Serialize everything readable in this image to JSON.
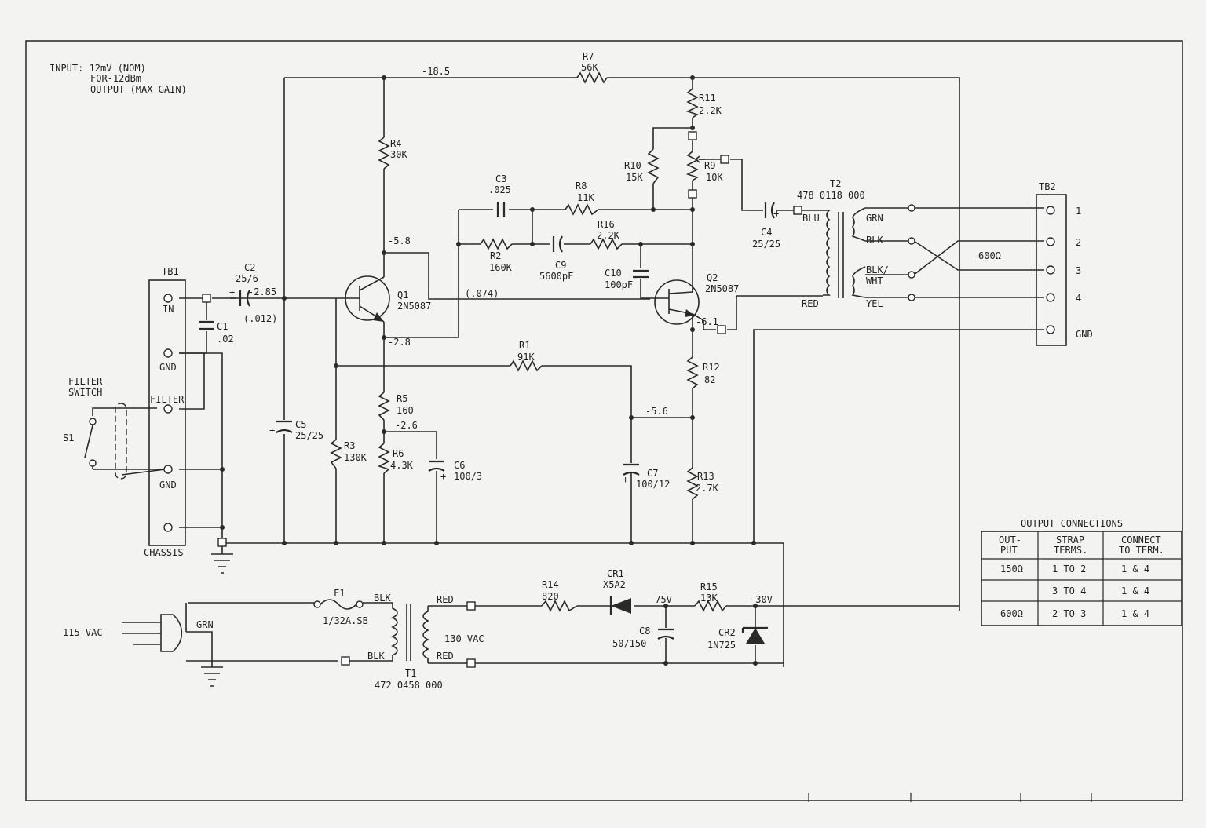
{
  "notes": {
    "line1": "INPUT: 12mV (NOM)",
    "line2": "FOR-12dBm",
    "line3": "OUTPUT (MAX GAIN)"
  },
  "components": {
    "r7": {
      "ref": "R7",
      "value": "56K"
    },
    "r11": {
      "ref": "R11",
      "value": "2.2K"
    },
    "r4": {
      "ref": "R4",
      "value": "30K"
    },
    "r10": {
      "ref": "R10",
      "value": "15K"
    },
    "r9": {
      "ref": "R9",
      "value": "10K"
    },
    "c3": {
      "ref": "C3",
      "value": ".025"
    },
    "r8": {
      "ref": "R8",
      "value": "11K"
    },
    "r16": {
      "ref": "R16",
      "value": "2.2K"
    },
    "r2": {
      "ref": "R2",
      "value": "160K"
    },
    "c9": {
      "ref": "C9",
      "value": "5600pF"
    },
    "c10": {
      "ref": "C10",
      "value": "100pF"
    },
    "q1": {
      "ref": "Q1",
      "value": "2N5087"
    },
    "q2": {
      "ref": "Q2",
      "value": "2N5087"
    },
    "c2": {
      "ref": "C2",
      "value": "25/6"
    },
    "c1": {
      "ref": "C1",
      "value": ".02"
    },
    "r1": {
      "ref": "R1",
      "value": "91K"
    },
    "r12": {
      "ref": "R12",
      "value": "82"
    },
    "r5": {
      "ref": "R5",
      "value": "160"
    },
    "r6": {
      "ref": "R6",
      "value": "4.3K"
    },
    "c6": {
      "ref": "C6",
      "value": "100/3"
    },
    "r3": {
      "ref": "R3",
      "value": "130K"
    },
    "c5": {
      "ref": "C5",
      "value": "25/25"
    },
    "c7": {
      "ref": "C7",
      "value": "100/12"
    },
    "r13": {
      "ref": "R13",
      "value": "2.7K"
    },
    "c4": {
      "ref": "C4",
      "value": "25/25"
    },
    "t2": {
      "ref": "T2",
      "value": "478 0118 000"
    },
    "f1": {
      "ref": "F1",
      "value": "1/32A.SB"
    },
    "t1": {
      "ref": "T1",
      "value": "472 0458 000"
    },
    "r14": {
      "ref": "R14",
      "value": "820"
    },
    "cr1": {
      "ref": "CR1",
      "value": "X5A2"
    },
    "r15": {
      "ref": "R15",
      "value": "13K"
    },
    "c8": {
      "ref": "C8",
      "value": "50/150"
    },
    "cr2": {
      "ref": "CR2",
      "value": "1N725"
    },
    "s1": {
      "ref": "S1"
    }
  },
  "voltages": {
    "v_18_5": "-18.5",
    "v_5_8": "-5.8",
    "v_2_85": "-2.85",
    "v_012": "(.012)",
    "v_074": "(.074)",
    "v_2_8": "-2.8",
    "v_6_1": "-6.1",
    "v_5_6": "-5.6",
    "v_2_6": "-2.6",
    "v_75": "-75V",
    "v_30": "-30V"
  },
  "labels": {
    "tb1": "TB1",
    "in": "IN",
    "gnd": "GND",
    "filter": "FILTER",
    "chassis": "CHASSIS",
    "filter_switch_1": "FILTER",
    "filter_switch_2": "SWITCH",
    "tb2": "TB2",
    "ohm600": "600Ω",
    "grn": "GRN",
    "blk": "BLK",
    "blkwht_1": "BLK/",
    "blkwht_2": "WHT",
    "yel": "YEL",
    "blu": "BLU",
    "red": "RED",
    "vac115": "115 VAC",
    "vac130": "130 VAC",
    "t1_grn": "GRN",
    "t1_blk_top": "BLK",
    "t1_blk_bot": "BLK",
    "t1_red_top": "RED",
    "t1_red_bot": "RED"
  },
  "tb2_terminals": [
    "1",
    "2",
    "3",
    "4",
    "GND"
  ],
  "output_table": {
    "title": "OUTPUT CONNECTIONS",
    "headers": [
      [
        "OUT-",
        "PUT"
      ],
      [
        "STRAP",
        "TERMS."
      ],
      [
        "CONNECT",
        "TO TERM."
      ]
    ],
    "rows": [
      [
        "150Ω",
        "1 TO 2",
        "1 & 4"
      ],
      [
        "",
        "3 TO 4",
        "1 & 4"
      ],
      [
        "600Ω",
        "2 TO 3",
        "1 & 4"
      ]
    ]
  }
}
